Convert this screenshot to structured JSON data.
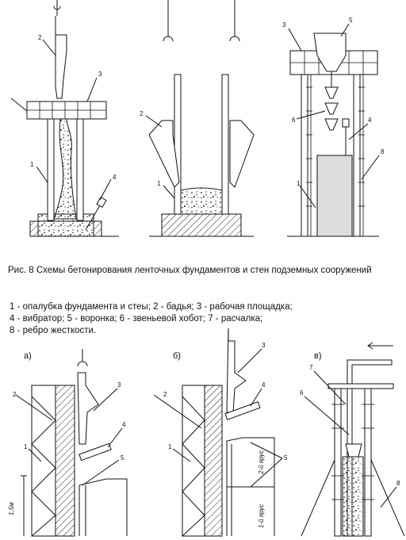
{
  "figure": {
    "caption": "Рис. 8 Схемы бетонирования ленточных фундаментов и стен подземных сооружений",
    "legend": [
      "1 - опалубка фундамента и стеы; 2 - бадья; 3 - рабочая площадка;",
      "4 - вибратор; 5 - воронка; 6 - звеньевой хобот; 7 - расчалка;",
      "8 - ребро жесткости."
    ]
  },
  "top_panels": {
    "left": {
      "labels": [
        "1",
        "2",
        "3",
        "4"
      ]
    },
    "middle": {
      "labels": [
        "1",
        "2"
      ]
    },
    "right": {
      "labels": [
        "1",
        "3",
        "4",
        "5",
        "6",
        "8"
      ]
    }
  },
  "bottom_panels": {
    "a": {
      "title": "а)",
      "labels": [
        "1",
        "2",
        "3",
        "4",
        "5"
      ],
      "dimension": "1,5м"
    },
    "b": {
      "title": "б)",
      "labels": [
        "1",
        "2",
        "3",
        "4",
        "5"
      ],
      "tier_upper": "2-й ярус",
      "tier_lower": "1-й ярус"
    },
    "c": {
      "title": "в)",
      "labels": [
        "6",
        "7",
        "8"
      ]
    }
  }
}
